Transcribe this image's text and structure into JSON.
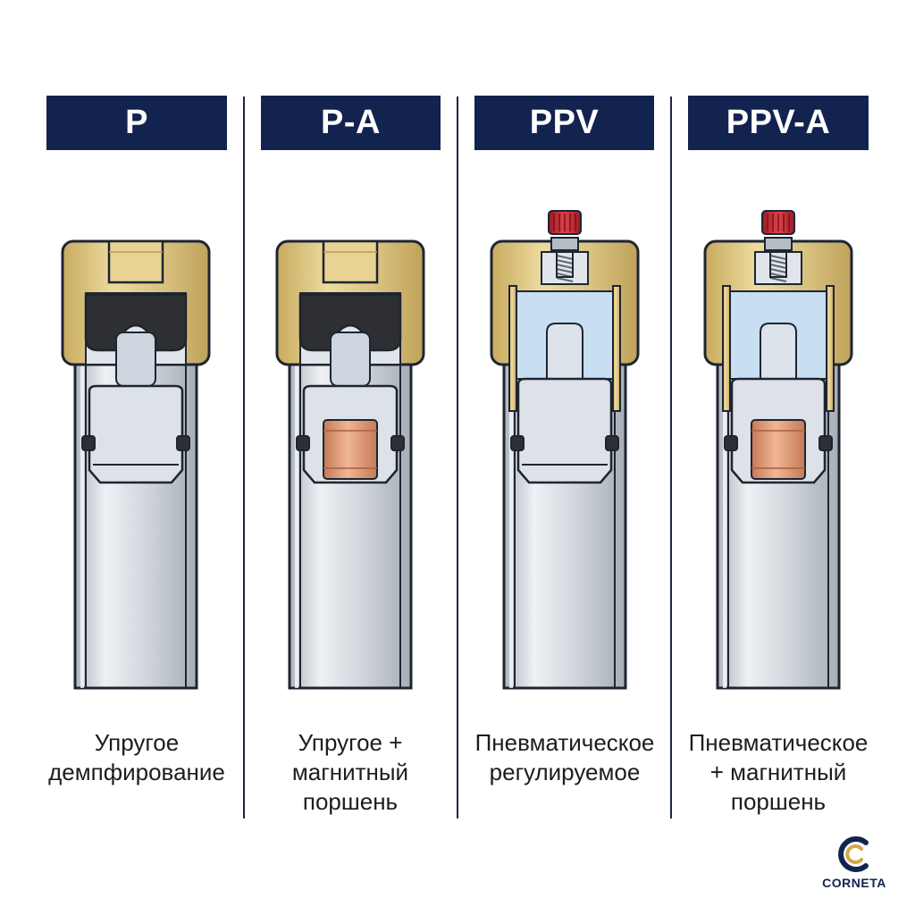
{
  "variants": [
    {
      "code": "P",
      "caption_lines": [
        "Упругое",
        "демпфирование"
      ],
      "adjust_screw": false,
      "magnetic_piston": false
    },
    {
      "code": "P-A",
      "caption_lines": [
        "Упругое +",
        "магнитный",
        "поршень"
      ],
      "adjust_screw": false,
      "magnetic_piston": true
    },
    {
      "code": "PPV",
      "caption_lines": [
        "Пневматическое",
        "регулируемое"
      ],
      "adjust_screw": true,
      "magnetic_piston": false
    },
    {
      "code": "PPV-A",
      "caption_lines": [
        "Пневматическое",
        "+ магнитный",
        "поршень"
      ],
      "adjust_screw": true,
      "magnetic_piston": true
    }
  ],
  "brand": {
    "name": "CORNETA",
    "icon": "corneta-logo-icon"
  },
  "colors": {
    "badge": "#13234f",
    "brass": "#d8c07e",
    "rubber": "#2e2f33",
    "tube": "#d4d9df",
    "air_chamber": "#c7dff0",
    "magnet": "#d8906c",
    "screw_knob": "#c8252f",
    "outline": "#1e2532"
  }
}
